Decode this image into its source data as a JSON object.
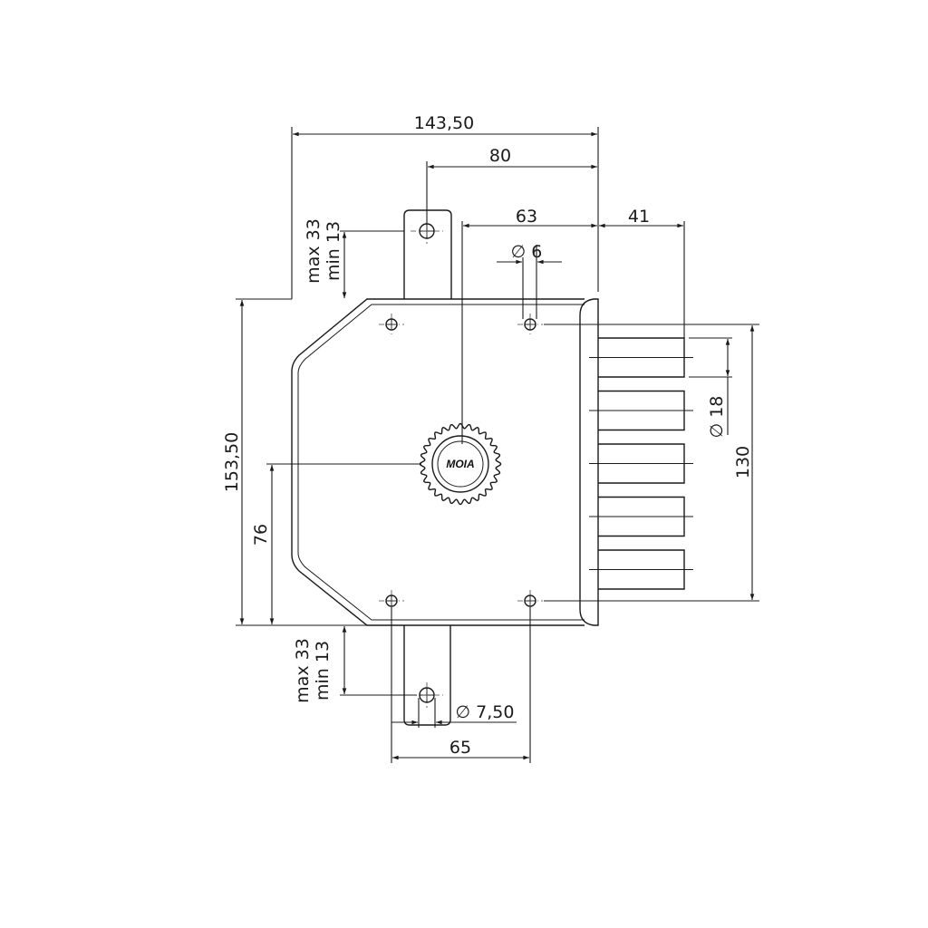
{
  "drawing": {
    "logo": "MOIA",
    "dimensions": {
      "overall_width": "143,50",
      "top_tongue_offset": "80",
      "backset": "63",
      "bolt_projection": "41",
      "hole_diameter_top": "∅ 6",
      "top_max": "max 33",
      "top_min": "min 13",
      "overall_height": "153,50",
      "cylinder_height": "76",
      "bolt_span": "130",
      "bolt_diameter": "∅ 18",
      "bottom_max": "max 33",
      "bottom_min": "min 13",
      "hole_diameter_bottom": "∅ 7,50",
      "hole_spacing": "65"
    },
    "bolt_count": 5,
    "line_color": "#1a1a1a"
  }
}
